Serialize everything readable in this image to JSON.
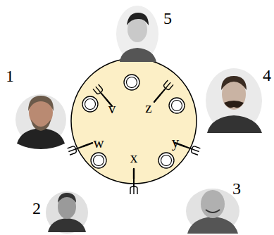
{
  "diagram": {
    "labels": [
      "5",
      "1",
      "4",
      "2",
      "3",
      "v",
      "z",
      "w",
      "y",
      "x"
    ]
  }
}
